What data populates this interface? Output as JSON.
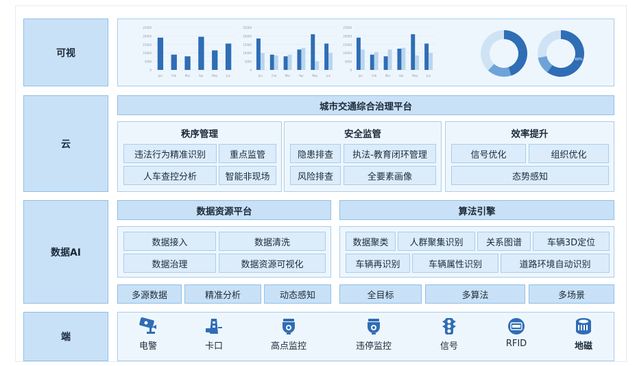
{
  "layers": {
    "visual": "可视",
    "cloud": "云",
    "data_ai": "数据AI",
    "edge": "端"
  },
  "cloud": {
    "platform": "城市交通综合治理平台",
    "groups": [
      {
        "title": "秩序管理",
        "items": [
          "违法行为精准识别",
          "重点监管",
          "人车查控分析",
          "智能非现场"
        ]
      },
      {
        "title": "安全监管",
        "items": [
          "隐患排查",
          "执法-教育闭环管理",
          "风险排查",
          "全要素画像"
        ]
      },
      {
        "title": "效率提升",
        "items": [
          "信号优化",
          "组织优化",
          "态势感知"
        ]
      }
    ]
  },
  "data_ai": {
    "data_platform": {
      "title": "数据资源平台",
      "items": [
        "数据接入",
        "数据清洗",
        "数据治理",
        "数据资源可视化"
      ],
      "bottom": [
        "多源数据",
        "精准分析",
        "动态感知"
      ]
    },
    "algorithm": {
      "title": "算法引擎",
      "items": [
        "数据聚类",
        "人群聚集识别",
        "关系图谱",
        "车辆3D定位",
        "车辆再识别",
        "车辆属性识别",
        "道路环境自动识别"
      ],
      "bottom": [
        "全目标",
        "多算法",
        "多场景"
      ]
    }
  },
  "devices": [
    {
      "label": "电警",
      "icon": "camera-icon"
    },
    {
      "label": "卡口",
      "icon": "checkpoint-icon"
    },
    {
      "label": "高点监控",
      "icon": "dome-camera-icon"
    },
    {
      "label": "违停监控",
      "icon": "parking-camera-icon"
    },
    {
      "label": "信号",
      "icon": "traffic-light-icon"
    },
    {
      "label": "RFID",
      "icon": "rfid-icon"
    },
    {
      "label": "地磁",
      "icon": "geomagnetic-sensor-icon"
    }
  ],
  "colors": {
    "primary": "#2f6db5",
    "light": "#b9d6ef",
    "panel": "#eef6fd",
    "label": "#c9e1f6"
  },
  "chart_data": [
    {
      "type": "bar",
      "categories": [
        "Jan",
        "Feb",
        "Mar",
        "Apr",
        "May",
        "Jun"
      ],
      "ylim": [
        0,
        25000
      ],
      "yticks": [
        "25000",
        "20000",
        "15000",
        "10000",
        "5000",
        "0"
      ],
      "series": [
        {
          "values": [
            19000,
            9000,
            8000,
            19500,
            11500,
            15500
          ]
        }
      ]
    },
    {
      "type": "bar",
      "categories": [
        "Jan",
        "Feb",
        "Mar",
        "Apr",
        "May",
        "Jun"
      ],
      "ylim": [
        0,
        25000
      ],
      "yticks": [
        "25000",
        "20000",
        "15000",
        "10000",
        "5000",
        "0"
      ],
      "series": [
        {
          "values": [
            18500,
            9000,
            8000,
            12000,
            21000,
            15500
          ]
        },
        {
          "values": [
            10000,
            8500,
            9000,
            13000,
            5000,
            10000
          ]
        }
      ]
    },
    {
      "type": "bar",
      "categories": [
        "Jan",
        "Feb",
        "Mar",
        "Apr",
        "May",
        "Jun"
      ],
      "ylim": [
        0,
        25000
      ],
      "yticks": [
        "25000",
        "20000",
        "15000",
        "10000",
        "5000",
        "0"
      ],
      "series": [
        {
          "values": [
            19000,
            9000,
            8000,
            12500,
            21000,
            15500
          ]
        },
        {
          "values": [
            12000,
            10500,
            12000,
            13000,
            8500,
            10000
          ]
        }
      ]
    },
    {
      "type": "pie",
      "slices": [
        {
          "value": 45,
          "label": "",
          "color": "#2f6db5"
        },
        {
          "value": 17,
          "label": "",
          "color": "#6fa3d8"
        },
        {
          "value": 38,
          "label": "",
          "color": "#cfe3f5"
        }
      ]
    },
    {
      "type": "pie",
      "slices": [
        {
          "value": 60,
          "label": "60%",
          "color": "#2f6db5"
        },
        {
          "value": 12,
          "label": "",
          "color": "#6fa3d8"
        },
        {
          "value": 28,
          "label": "",
          "color": "#cfe3f5"
        }
      ]
    }
  ]
}
